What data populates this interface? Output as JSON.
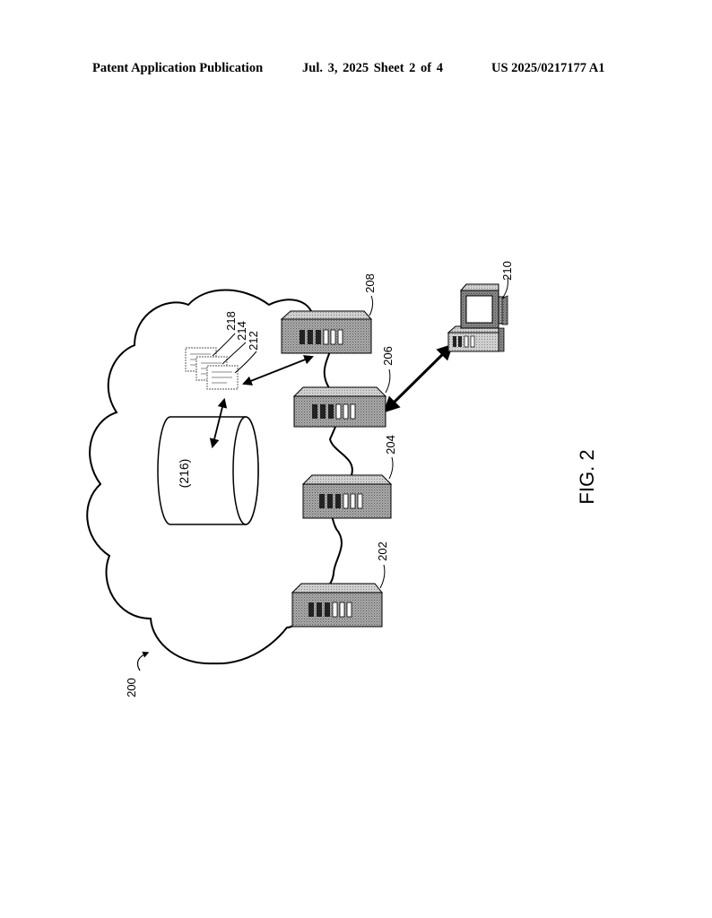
{
  "header": {
    "publication": "Patent Application Publication",
    "date_sheet": "Jul. 3, 2025    Sheet 2 of 4",
    "patent_number": "US 2025/0217177 A1"
  },
  "figure": {
    "caption": "FIG. 2",
    "refs": {
      "system": "200",
      "server_a": "202",
      "server_b": "204",
      "server_c": "206",
      "server_d": "208",
      "client": "210",
      "doc_front": "212",
      "doc_mid": "214",
      "doc_back": "218",
      "database": "(216)"
    }
  }
}
